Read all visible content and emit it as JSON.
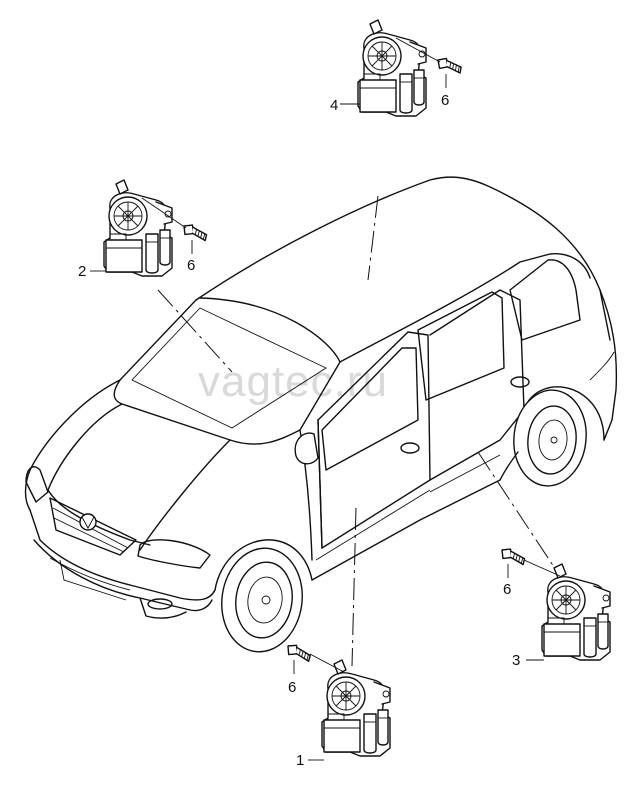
{
  "watermark": "vagtec.ru",
  "callouts": {
    "motor_1": "1",
    "motor_2": "2",
    "motor_3": "3",
    "motor_4": "4",
    "screw_6a": "6",
    "screw_6b": "6",
    "screw_6c": "6",
    "screw_6d": "6"
  }
}
